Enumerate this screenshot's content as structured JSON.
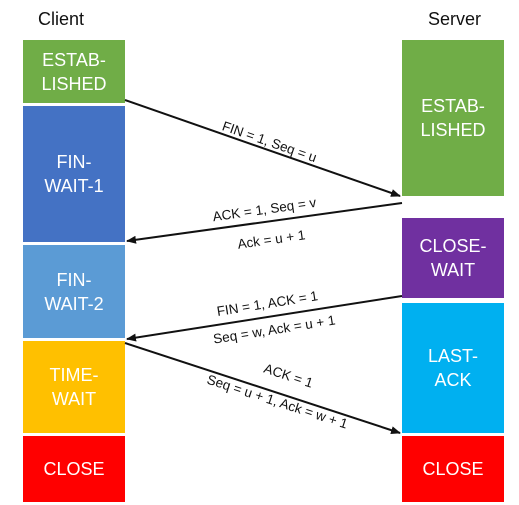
{
  "headers": {
    "client": "Client",
    "server": "Server"
  },
  "client_states": [
    {
      "label": "ESTAB-\nLISHED",
      "color": "#70ad47"
    },
    {
      "label": "FIN-\nWAIT-1",
      "color": "#4472c4"
    },
    {
      "label": "FIN-\nWAIT-2",
      "color": "#5b9bd5"
    },
    {
      "label": "TIME-\nWAIT",
      "color": "#ffc000"
    },
    {
      "label": "CLOSE",
      "color": "#ff0000"
    }
  ],
  "server_states": [
    {
      "label": "ESTAB-\nLISHED",
      "color": "#70ad47"
    },
    {
      "label": "CLOSE-\nWAIT",
      "color": "#7030a0"
    },
    {
      "label": "LAST-\nACK",
      "color": "#00b0f0"
    },
    {
      "label": "CLOSE",
      "color": "#ff0000"
    }
  ],
  "messages": [
    {
      "direction": "client-to-server",
      "above": "FIN = 1,  Seq = u",
      "below": ""
    },
    {
      "direction": "server-to-client",
      "above": "ACK = 1,   Seq = v",
      "below": "Ack = u + 1"
    },
    {
      "direction": "server-to-client",
      "above": "FIN = 1,   ACK = 1",
      "below": "Seq = w,  Ack = u + 1"
    },
    {
      "direction": "client-to-server",
      "above": "ACK = 1",
      "below": "Seq = u + 1,  Ack = w + 1"
    }
  ]
}
